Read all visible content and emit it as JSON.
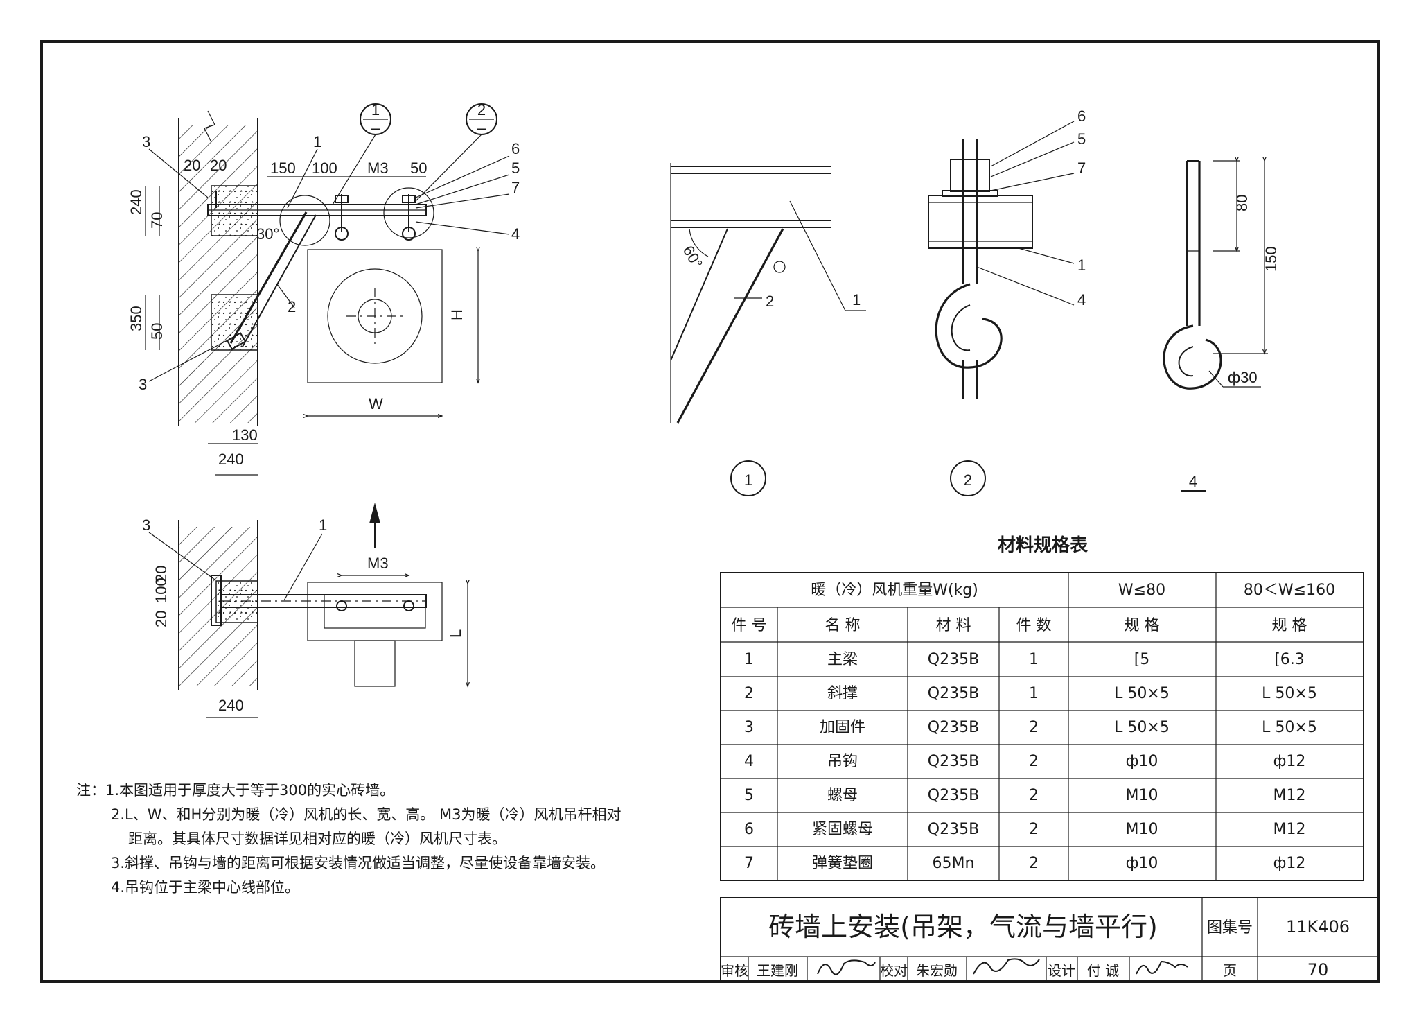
{
  "drawing": {
    "labels": {
      "n1": "1",
      "n2": "2",
      "n3": "3",
      "n4": "4",
      "n5": "5",
      "n6": "6",
      "n7": "7",
      "d20a": "20",
      "d20b": "20",
      "d150": "150",
      "d100": "100",
      "dM3": "M3",
      "d50": "50",
      "d240": "240",
      "d70": "70",
      "d30deg": "30°",
      "d350": "350",
      "d50b": "50",
      "dH": "H",
      "dW": "W",
      "d130": "130",
      "d240b": "240",
      "d60deg": "60°",
      "d80": "80",
      "d150h": "150",
      "dphi30": "ф30",
      "dM3b": "M3",
      "dL": "L",
      "d240c": "240",
      "d20c": "20",
      "d100c": "100",
      "d20d": "20",
      "d20e": "20",
      "d100d": "100",
      "ref1": "1",
      "ref2": "2",
      "ref_minus": "–"
    },
    "detail_titles": {
      "d1": "1",
      "d2": "2",
      "d4": "4"
    }
  },
  "table": {
    "title": "材料规格表",
    "head_weight": "暖（冷）风机重量W(kg)",
    "head_w1": "W≤80",
    "head_w2": "80＜W≤160",
    "columns": [
      "件 号",
      "名 称",
      "材 料",
      "件 数",
      "规 格",
      "规 格"
    ],
    "rows": [
      [
        "1",
        "主梁",
        "Q235B",
        "1",
        "[5",
        "[6.3"
      ],
      [
        "2",
        "斜撑",
        "Q235B",
        "1",
        "L 50×5",
        "L 50×5"
      ],
      [
        "3",
        "加固件",
        "Q235B",
        "2",
        "L 50×5",
        "L 50×5"
      ],
      [
        "4",
        "吊钩",
        "Q235B",
        "2",
        "ф10",
        "ф12"
      ],
      [
        "5",
        "螺母",
        "Q235B",
        "2",
        "M10",
        "M12"
      ],
      [
        "6",
        "紧固螺母",
        "Q235B",
        "2",
        "M10",
        "M12"
      ],
      [
        "7",
        "弹簧垫圈",
        "65Mn",
        "2",
        "ф10",
        "ф12"
      ]
    ]
  },
  "notes": [
    "注：1.本图适用于厚度大于等于300的实心砖墙。",
    "2.L、W、和H分别为暖（冷）风机的长、宽、高。 M3为暖（冷）风机吊杆相对",
    "距离。其具体尺寸数据详见相对应的暖（冷）风机尺寸表。",
    "3.斜撑、吊钩与墙的距离可根据安装情况做适当调整，尽量使设备靠墙安装。",
    "4.吊钩位于主梁中心线部位。"
  ],
  "title_block": {
    "title": "砖墙上安装(吊架，气流与墙平行)",
    "atlas_label": "图集号",
    "atlas_no": "11K406",
    "review_label": "审核",
    "reviewer": "王建刚",
    "check_label": "校对",
    "checker": "朱宏勋",
    "design_label": "设计",
    "designer": "付 诚",
    "page_label": "页",
    "page_no": "70"
  }
}
